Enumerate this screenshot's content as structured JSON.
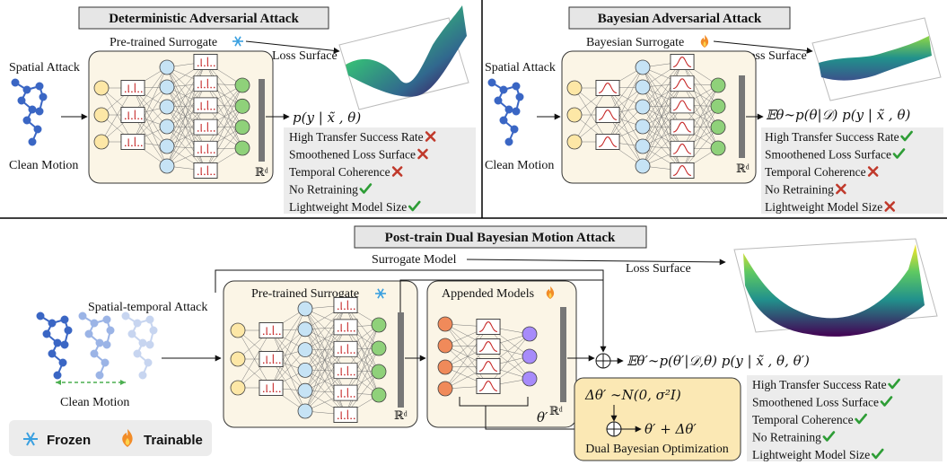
{
  "colors": {
    "node_yellow": "#fde7a6",
    "node_blue": "#c6e3f5",
    "node_green": "#8fd17a",
    "node_orange": "#f08a5a",
    "node_purple": "#a78bfa",
    "model_bg": "#fbf5e6",
    "opt_bg": "#fbe8b4",
    "panel_gray": "#e6e6e6",
    "check": "#2e9d36",
    "cross": "#c0392b"
  },
  "top_left": {
    "title": "Deterministic Adversarial Attack",
    "surrogate_label": "Pre-trained Surrogate",
    "loss_surface": "Loss Surface",
    "spatial_attack": "Spatial Attack",
    "clean_motion": "Clean Motion",
    "rd": "ℝᵈ",
    "output": "p(y | x̃ , θ)",
    "props": [
      {
        "text": "High Transfer Success Rate",
        "ok": false
      },
      {
        "text": "Smoothened Loss Surface",
        "ok": false
      },
      {
        "text": "Temporal Coherence",
        "ok": false
      },
      {
        "text": "No Retraining",
        "ok": true
      },
      {
        "text": "Lightweight Model Size",
        "ok": true
      }
    ]
  },
  "top_right": {
    "title": "Bayesian Adversarial Attack",
    "surrogate_label": "Bayesian Surrogate",
    "loss_surface": "Loss Surface",
    "spatial_attack": "Spatial Attack",
    "clean_motion": "Clean Motion",
    "rd": "ℝᵈ",
    "output": "𝔼θ∼p(θ|𝒟) p(y | x̃ , θ)",
    "props": [
      {
        "text": "High Transfer Success Rate",
        "ok": true
      },
      {
        "text": "Smoothened Loss Surface",
        "ok": true
      },
      {
        "text": "Temporal Coherence",
        "ok": false
      },
      {
        "text": "No Retraining",
        "ok": false
      },
      {
        "text": "Lightweight Model Size",
        "ok": false
      }
    ]
  },
  "bottom": {
    "title": "Post-train Dual Bayesian Motion Attack",
    "surrogate_model": "Surrogate Model",
    "loss_surface": "Loss Surface",
    "spatiotemporal_attack": "Spatial-temporal Attack",
    "clean_motion": "Clean Motion",
    "pretrained_label": "Pre-trained Surrogate",
    "appended_label": "Appended Models",
    "rd": "ℝᵈ",
    "theta_prime": "θ′",
    "output": "𝔼θ′∼p(θ′|𝒟,θ) p(y | x̃ , θ, θ′)",
    "noise": "Δθ′ ∼N(0, σ²I)",
    "update": "θ′ + Δθ′",
    "dual_opt": "Dual Bayesian Optimization",
    "props": [
      {
        "text": "High Transfer Success Rate",
        "ok": true
      },
      {
        "text": "Smoothened Loss Surface",
        "ok": true
      },
      {
        "text": "Temporal Coherence",
        "ok": true
      },
      {
        "text": "No Retraining",
        "ok": true
      },
      {
        "text": "Lightweight Model Size",
        "ok": true
      }
    ]
  },
  "legend": {
    "frozen": "Frozen",
    "trainable": "Trainable"
  },
  "icons": {
    "frozen": "snowflake-icon",
    "trainable": "flame-icon",
    "ok": "check-icon",
    "bad": "cross-icon"
  }
}
